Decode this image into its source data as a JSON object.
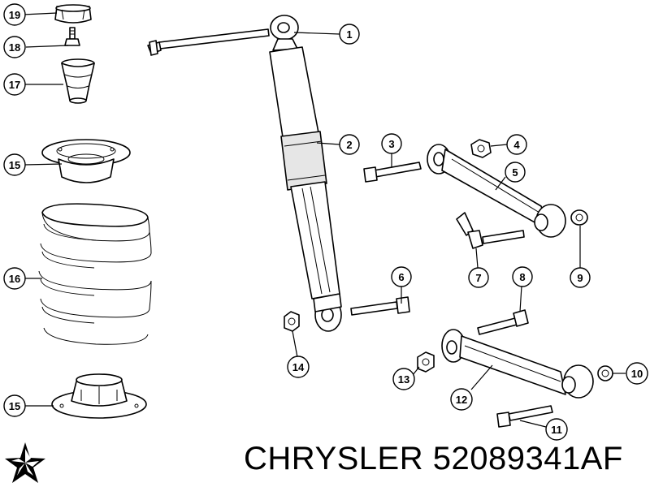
{
  "caption": {
    "brand": "CHRYSLER",
    "part_number": "52089341AF"
  },
  "logo": {
    "icon": "pentastar-logo-icon"
  },
  "callouts": [
    "1",
    "2",
    "3",
    "4",
    "5",
    "6",
    "7",
    "8",
    "9",
    "10",
    "11",
    "12",
    "13",
    "14",
    "15",
    "15",
    "16",
    "17",
    "18",
    "19"
  ],
  "colors": {
    "ink": "#000000",
    "paper": "#ffffff",
    "shade": "#e6e6e6"
  }
}
